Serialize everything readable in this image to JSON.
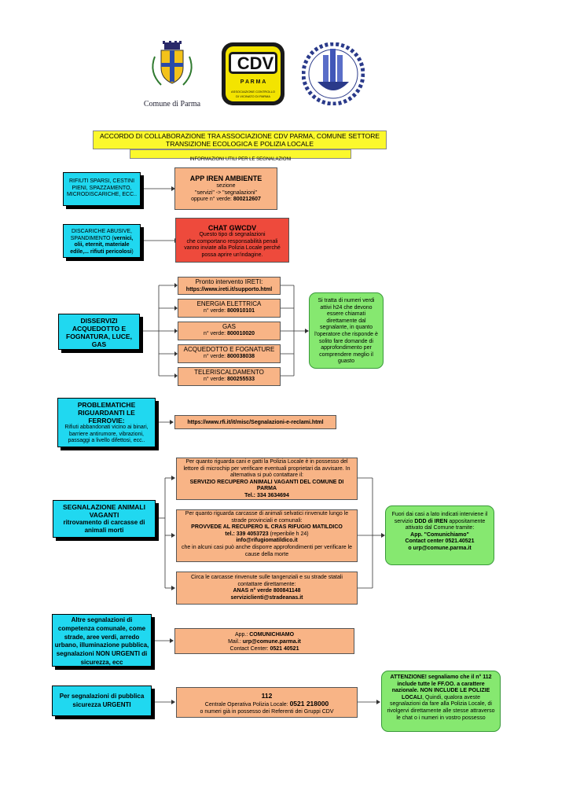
{
  "logos": {
    "parma_caption": "Comune di Parma",
    "cdv_main": "CDV",
    "cdv_city": "P A R M A",
    "cdv_sub1": "ASSOCIAZIONE CONTROLLO",
    "cdv_sub2": "DI VICINATO DI PARMA"
  },
  "header": {
    "title_line1": "ACCORDO DI COLLABORAZIONE TRA ASSOCIAZIONE CDV PARMA, COMUNE SETTORE",
    "title_line2": "TRANSIZIONE ECOLOGICA E POLIZIA LOCALE",
    "subtitle": "INFORMAZIONI UTILI PER LE SEGNALAZIONI"
  },
  "s1": {
    "left": "RIFIUTI SPARSI, CESTINI PIENI, SPAZZAMENTO, MICRODISCARICHE, ECC..",
    "title": "APP IREN AMBIENTE",
    "l1": "sezione",
    "l2": "\"servizi\"  ->  \"segnalazioni\"",
    "l3": "oppure n° verde: ",
    "l3b": "800212607"
  },
  "s2": {
    "left1": "DISCARICHE ABUSIVE, SPANDIMENTO (",
    "left1b": "vernici, olii, eternit, materiale edile,... rifiuti pericolosi",
    "left1c": ")",
    "title": "CHAT GWCDV",
    "l1": "Questo tipo di  segnalazioni",
    "l2": "che comportano responsabilità penali",
    "l3": "vanno inviate alla Polizia Locale perché",
    "l4": "possa aprire un'indagine."
  },
  "s3": {
    "left": "DISSERVIZI ACQUEDOTTO E FOGNATURA, LUCE, GAS",
    "b1_title": "Pronto intervento IRETI:",
    "b1_url": "https://www.ireti.it/supporto.html",
    "b2_title": "ENERGIA ELETTRICA",
    "b2_pre": "n° verde: ",
    "b2_num": "800910101",
    "b3_title": "GAS",
    "b3_pre": "n° verde: ",
    "b3_num": "800010020",
    "b4_title": "ACQUEDOTTO E FOGNATURE",
    "b4_pre": "n° verde: ",
    "b4_num": "800038038",
    "b5_title": "TELERISCALDAMENTO",
    "b5_pre": "n° verde: ",
    "b5_num": "800255533",
    "right": "Si tratta di numeri verdi attivi h24 che devono essere chiamati direttamente dal segnalante, in quanto l'operatore che risponde è solito fare domande di approfondimento per comprendere meglio il guasto"
  },
  "s4": {
    "left_title": "PROBLEMATICHE RIGUARDANTI LE FERROVIE:",
    "left_text": "Rifiuti abbandonati vicino ai binari, barriere antirumore, vibrazioni, passaggi a livello difettosi, ecc..",
    "url": "https://www.rfi.it/it/misc/Segnalazioni-e-reclami.html"
  },
  "s5": {
    "left_title": "SEGNALAZIONE ANIMALI VAGANTI",
    "left_text": "ritrovamento di carcasse di animali morti",
    "b1_text": "Per quanto riguarda cani e gatti la Polizia Locale è in possesso del lettore di microchip per verificare eventuali proprietari da avvisare. In alternativa si può contattare il:",
    "b1_bold": "SERVIZIO RECUPERO ANIMALI VAGANTI DEL COMUNE DI PARMA",
    "b1_tel": "Tel.: 334 3634694",
    "b2_text": "Per quanto riguarda carcasse di animali selvatici rinvenute lungo le strade provinciali e comunali:",
    "b2_bold": "PROVVEDE AL RECUPERO IL CRAS RIFUGIO MATILDICO",
    "b2_tel": "tel.: 339 4053723",
    "b2_tel_note": " (reperibile h 24)",
    "b2_mail": "info@rifugiomatildico.it",
    "b2_end": "che in alcuni casi può anche disporre approfondimenti per verificare le cause della morte",
    "b3_text": "Circa le carcasse rinvenute sulle tangenziali e su strade statali contattare direttamente:",
    "b3_anas": "ANAS n° verde 800841148",
    "b3_mail": "serviziclienti@stradeanas.it",
    "right_text": "Fuori dai casi a lato indicati interviene il servizio ",
    "right_bold": "DDD di IREN",
    "right_text2": " appositamente attivato dal Comune tramite:",
    "right_app": "App. \"Comunichiamo\"",
    "right_cc": "Contact center 0521.40521",
    "right_mail": "o urp@comune.parma.it"
  },
  "s6": {
    "left": "Altre segnalazioni di competenza comunale, come strade, aree verdi, arredo urbano, illuminazione pubblica, segnalazioni NON URGENTI di sicurezza, ecc",
    "l1_pre": "App.: ",
    "l1": "COMUNICHIAMO",
    "l2_pre": "Mail.: ",
    "l2": "urp@comune.parma.it",
    "l3_pre": "Contact Center: ",
    "l3": "0521 40521"
  },
  "s7": {
    "left": "Per segnalazioni di pubblica sicurezza URGENTI",
    "n": "112",
    "l1_pre": "Centrale Operativa Polizia Locale: ",
    "l1": "0521 218000",
    "l2": "o numeri già in possesso dei Referenti dei Gruppi CDV",
    "right_att": "ATTENZIONE!",
    "right_1": " segnaliamo che il n° 112 include tutte le FF.OO. a carattere nazionale.",
    "right_2": "NON INCLUDE LE POLIZIE LOCALI",
    "right_3": ", Quindi, qualora aveste segnalazioni da fare alla Polizia Locale, di rivolgervi direttamente alle stesse attraverso le chat o i numeri in vostro possesso"
  }
}
